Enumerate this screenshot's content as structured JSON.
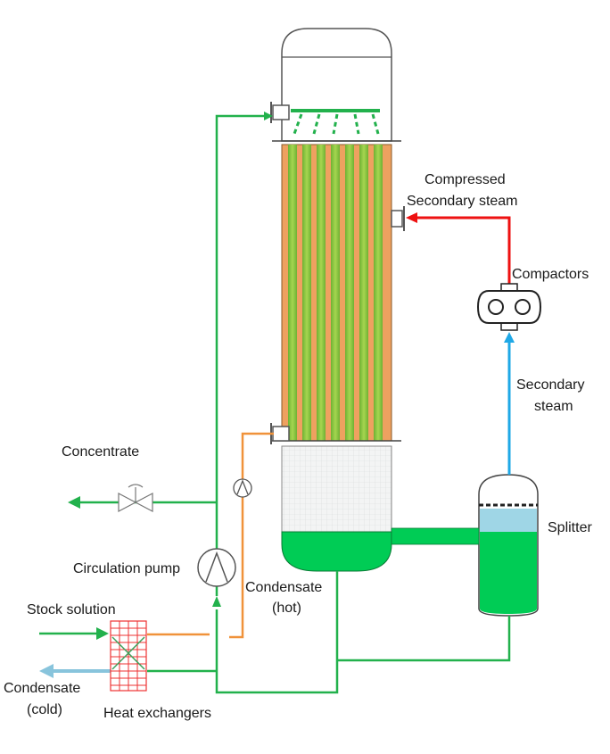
{
  "labels": {
    "compressed_line1": "Compressed",
    "compressed_line2": "Secondary steam",
    "compactors": "Compactors",
    "secondary_line1": "Secondary",
    "secondary_line2": "steam",
    "concentrate": "Concentrate",
    "splitter": "Splitter",
    "circulation_pump": "Circulation pump",
    "condensate_hot_line1": "Condensate",
    "condensate_hot_line2": "(hot)",
    "stock_solution": "Stock solution",
    "condensate_cold_line1": "Condensate",
    "condensate_cold_line2": "(cold)",
    "heat_exchangers": "Heat exchangers"
  },
  "colors": {
    "process_green": "#22b14c",
    "liquid_green": "#00cc55",
    "steam_red": "#ee1111",
    "steam_blue": "#1fa8e6",
    "cold_condensate": "#88c4dc",
    "hot_condensate": "#f0923a",
    "shell_orange": "#eea160",
    "tube_green": "#93c83e",
    "heat_exchanger_red": "#ee3333"
  }
}
